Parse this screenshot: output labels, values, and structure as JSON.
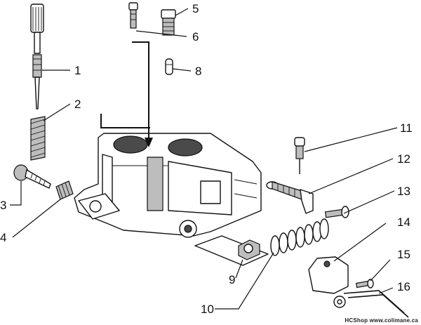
{
  "diagram": {
    "callouts": [
      {
        "id": "1",
        "label": "1"
      },
      {
        "id": "2",
        "label": "2"
      },
      {
        "id": "3",
        "label": "3"
      },
      {
        "id": "4",
        "label": "4"
      },
      {
        "id": "5",
        "label": "5"
      },
      {
        "id": "6",
        "label": "6"
      },
      {
        "id": "8",
        "label": "8"
      },
      {
        "id": "9",
        "label": "9"
      },
      {
        "id": "10",
        "label": "10"
      },
      {
        "id": "11",
        "label": "11"
      },
      {
        "id": "12",
        "label": "12"
      },
      {
        "id": "13",
        "label": "13"
      },
      {
        "id": "14",
        "label": "14"
      },
      {
        "id": "15",
        "label": "15"
      },
      {
        "id": "16",
        "label": "16"
      }
    ]
  },
  "watermark": "HCShop www.colimane.ca",
  "colors": {
    "line": "#111111",
    "background": "#ffffff",
    "shade": "#bdbdbd"
  }
}
